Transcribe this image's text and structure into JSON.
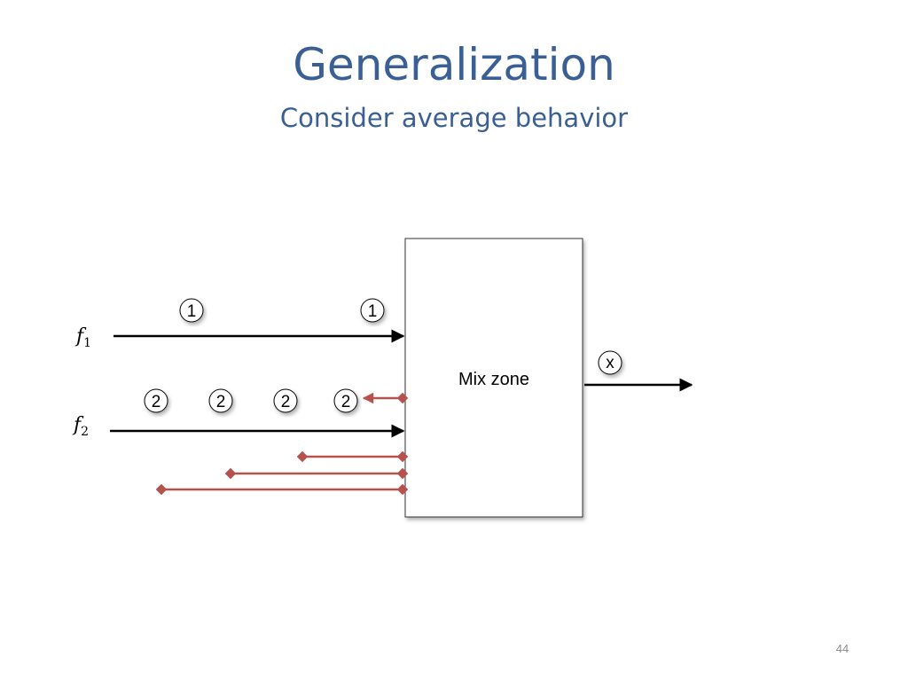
{
  "slide": {
    "title": "Generalization",
    "subtitle": "Consider average behavior",
    "page_number": "44"
  },
  "diagram": {
    "box_label": "Mix zone",
    "flow_1_label": "f1",
    "flow_2_label": "f2",
    "flow_1_markers": [
      "1",
      "1"
    ],
    "flow_2_markers": [
      "2",
      "2",
      "2",
      "2"
    ],
    "output_marker": "x",
    "colors": {
      "arrow": "#000000",
      "delay_line": "#b5524e",
      "box_border": "#333333",
      "title": "#3a5f95"
    }
  }
}
